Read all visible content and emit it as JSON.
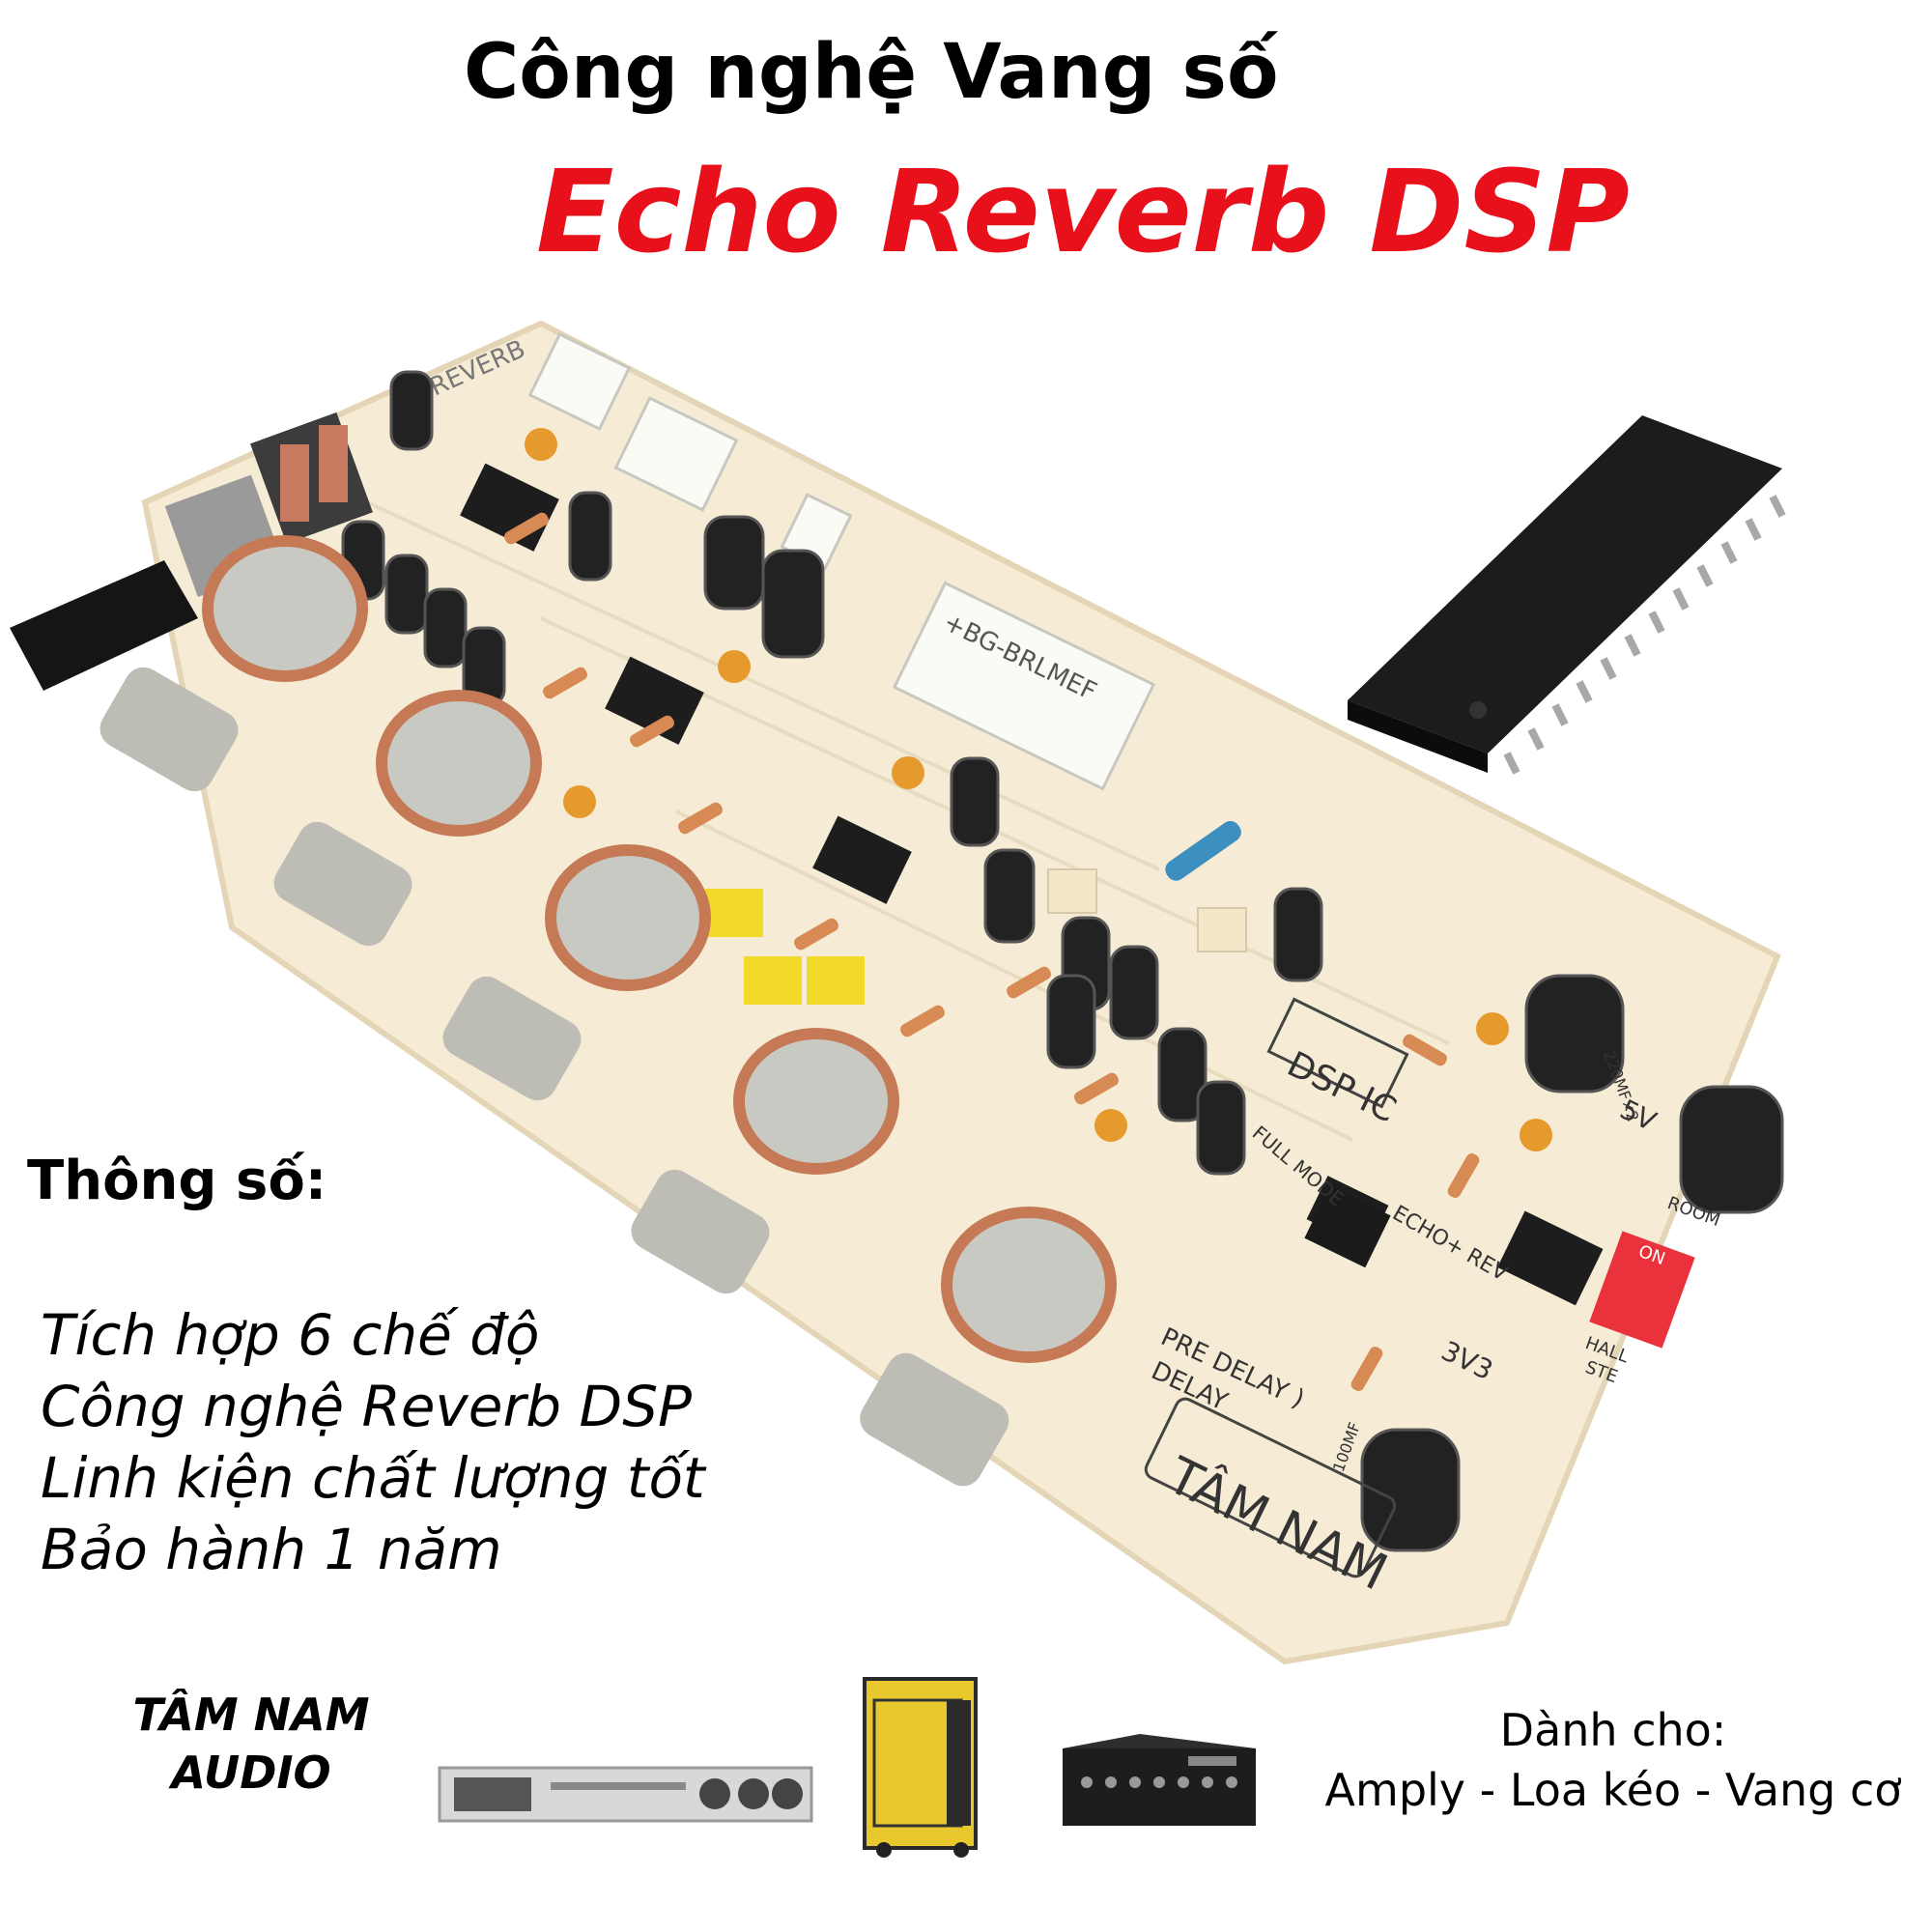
{
  "header": {
    "title_line1": "Công nghệ Vang số",
    "title_line2": "Echo Reverb DSP"
  },
  "specs": {
    "heading": "Thông số:",
    "items": [
      "Tích hợp 6 chế độ",
      "Công nghệ Reverb DSP",
      "Linh kiện chất lượng tốt",
      "Bảo hành 1 năm"
    ]
  },
  "brand": {
    "line1": "TÂM NAM",
    "line2": "AUDIO"
  },
  "usage": {
    "label": "Dành cho:",
    "targets": "Amply - Loa kéo - Vang cơ"
  },
  "board": {
    "connector_label": "+BG-BRLMEF",
    "dsp_label": "DSP IC",
    "reverb_label": "REVERB",
    "pre_delay_label": "PRE DELAY )",
    "delay_label": "DELAY",
    "echo_rev_label": "ECHO+ REV",
    "full_mode_label": "FULL MODE",
    "volt_5v": "5V",
    "volt_3v3": "3V3",
    "room_label": "ROOM",
    "hall_label": "HALL",
    "ste_label": "STE",
    "on_label": "ON",
    "cap_label": "220MF×2",
    "cap_100": "100MF",
    "brand_print": "TÂM NAM"
  },
  "colors": {
    "title_red": "#e8101a",
    "board": "#f6ecd6",
    "chip": "#1c1c1c",
    "dip_switch": "#e9323c"
  },
  "icons": {
    "chip": "dsp-chip-icon",
    "effect_unit": "effect-processor-icon",
    "speaker": "trolley-speaker-icon",
    "amplifier": "amplifier-icon"
  }
}
